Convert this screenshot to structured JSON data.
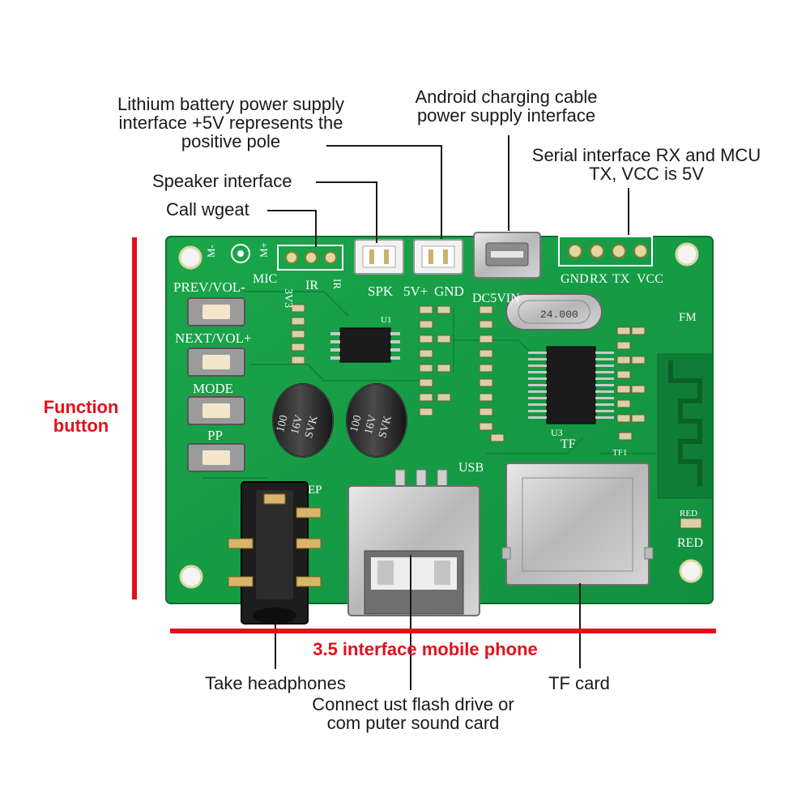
{
  "labels": {
    "battery": [
      "Lithium battery power supply",
      "interface +5V represents the",
      "positive pole"
    ],
    "android": [
      "Android charging cable",
      "power supply interface"
    ],
    "serial": [
      "Serial interface RX and MCU",
      "TX, VCC is 5V"
    ],
    "speaker": "Speaker interface",
    "call": "Call wgeat",
    "function": [
      "Function",
      "button"
    ],
    "interface_35": "3.5 interface mobile phone",
    "headphones": "Take headphones",
    "usb": [
      "Connect ust flash drive or",
      "com puter sound card"
    ],
    "tf": "TF card"
  },
  "board": {
    "silk_mic": "MIC",
    "silk_mminus": "M-",
    "silk_mplus": "M+",
    "silk_3v3": "3V3",
    "silk_ir": "IR",
    "silk_ir2": "IR",
    "silk_spk": "SPK",
    "silk_5v": "5V+",
    "silk_gnd": "GND",
    "silk_dc5vin": "DC5VIN",
    "silk_pins": [
      "GND",
      "RX",
      "TX",
      "VCC"
    ],
    "silk_fm": "FM",
    "silk_prev": "PREV/VOL-",
    "silk_next": "NEXT/VOL+",
    "silk_mode": "MODE",
    "silk_pp": "PP",
    "silk_ep": "EP",
    "silk_usb": "USB",
    "silk_tf": "TF",
    "silk_red": "RED",
    "silk_red2": "RED",
    "silk_u1": "U1",
    "silk_u3": "U3",
    "silk_tf1": "TF1",
    "crystal": "24.000",
    "cap_text": [
      "100",
      "16V",
      "SVK"
    ]
  },
  "colors": {
    "pcb": "#169a45",
    "pcb_dark": "#0f7b35",
    "annotation_red": "#e3101b",
    "metal": "#c8c8c8"
  }
}
